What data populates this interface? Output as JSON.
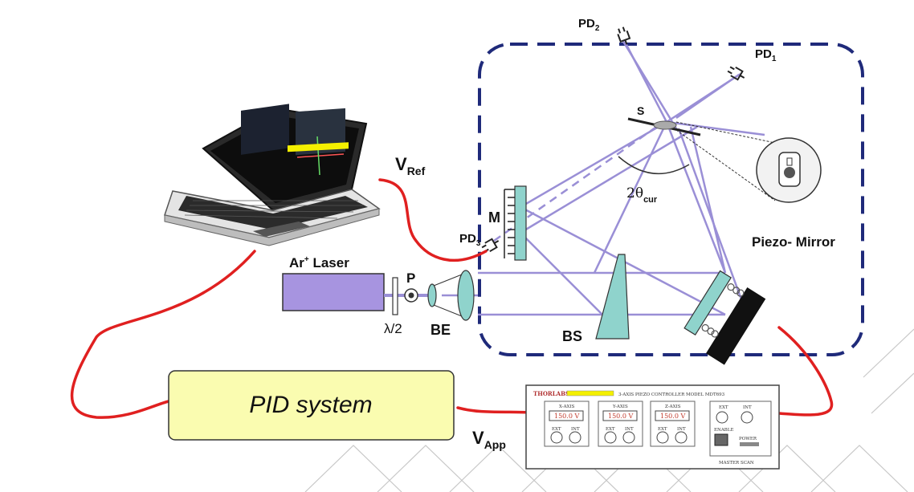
{
  "labels": {
    "pd1": "PD",
    "pd1_sub": "1",
    "pd2": "PD",
    "pd2_sub": "2",
    "pd3": "PD",
    "pd3_sub": "3",
    "sample": "S",
    "mirror_m": "M",
    "vref": "V",
    "vref_sub": "Ref",
    "vapp": "V",
    "vapp_sub": "App",
    "ar_laser": "Ar",
    "ar_laser_sup": "+",
    "ar_laser_rest": " Laser",
    "polarizer": "P",
    "half_wave": "λ/2",
    "beam_expander": "BE",
    "beam_splitter": "BS",
    "piezo_mirror": "Piezo- Mirror",
    "angle": "2θ",
    "angle_sub": "cur",
    "pid": "PID system"
  },
  "controller": {
    "brand": "THORLABS",
    "model": "3-AXIS PIEZO CONTROLLER MODEL MDT693",
    "axes": [
      {
        "name": "X-AXIS",
        "voltage": "150.0 V",
        "ext": "EXT",
        "int": "INT"
      },
      {
        "name": "Y-AXIS",
        "voltage": "150.0 V",
        "ext": "EXT",
        "int": "INT"
      },
      {
        "name": "Z-AXIS",
        "voltage": "150.0 V",
        "ext": "EXT",
        "int": "INT"
      }
    ],
    "right_ext": "EXT",
    "right_int": "INT",
    "enable": "ENABLE",
    "power": "POWER",
    "master_scan": "MASTER SCAN"
  },
  "colors": {
    "beam": "#9a8fd6",
    "cable": "#e02020",
    "enclosure": "#1f2a7a",
    "pid_fill": "#fafcb0",
    "laser_fill": "#a794e0",
    "optic_fill": "#8fd3cc"
  },
  "icons": {
    "laptop": "laptop-icon",
    "detector": "photodiode-icon",
    "sample_inset": "sample-holder-icon"
  }
}
